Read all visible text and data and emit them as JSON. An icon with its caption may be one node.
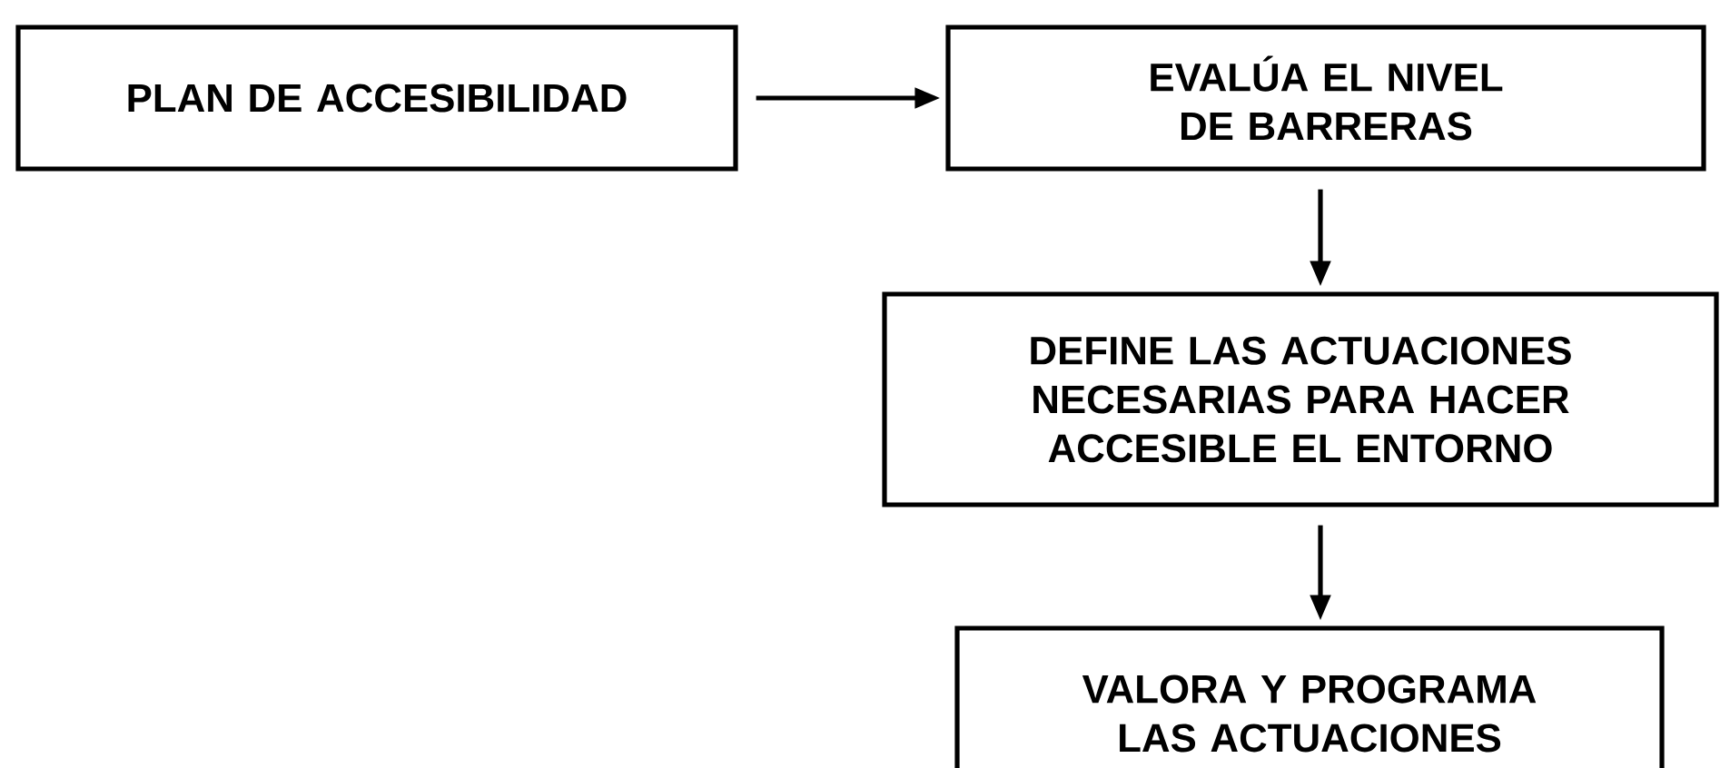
{
  "diagram": {
    "nodes": [
      {
        "text": [
          "PLAN DE ACCESIBILIDAD"
        ]
      },
      {
        "text": [
          "EVALÚA EL NIVEL DE BARRERAS"
        ]
      },
      {
        "text": [
          "DEFINE LAS ACTUACIONES NECESARIAS PARA HACER ACCESIBLE EL ENTORNO"
        ]
      },
      {
        "text": [
          "VALORA Y PROGRAMA LAS ACTUACIONES"
        ]
      }
    ],
    "edges": [
      {
        "from": 0,
        "to": 1,
        "arrow": "to"
      },
      {
        "from": 1,
        "to": 2,
        "arrow": "to"
      },
      {
        "from": 2,
        "to": 3,
        "arrow": "to"
      }
    ]
  }
}
